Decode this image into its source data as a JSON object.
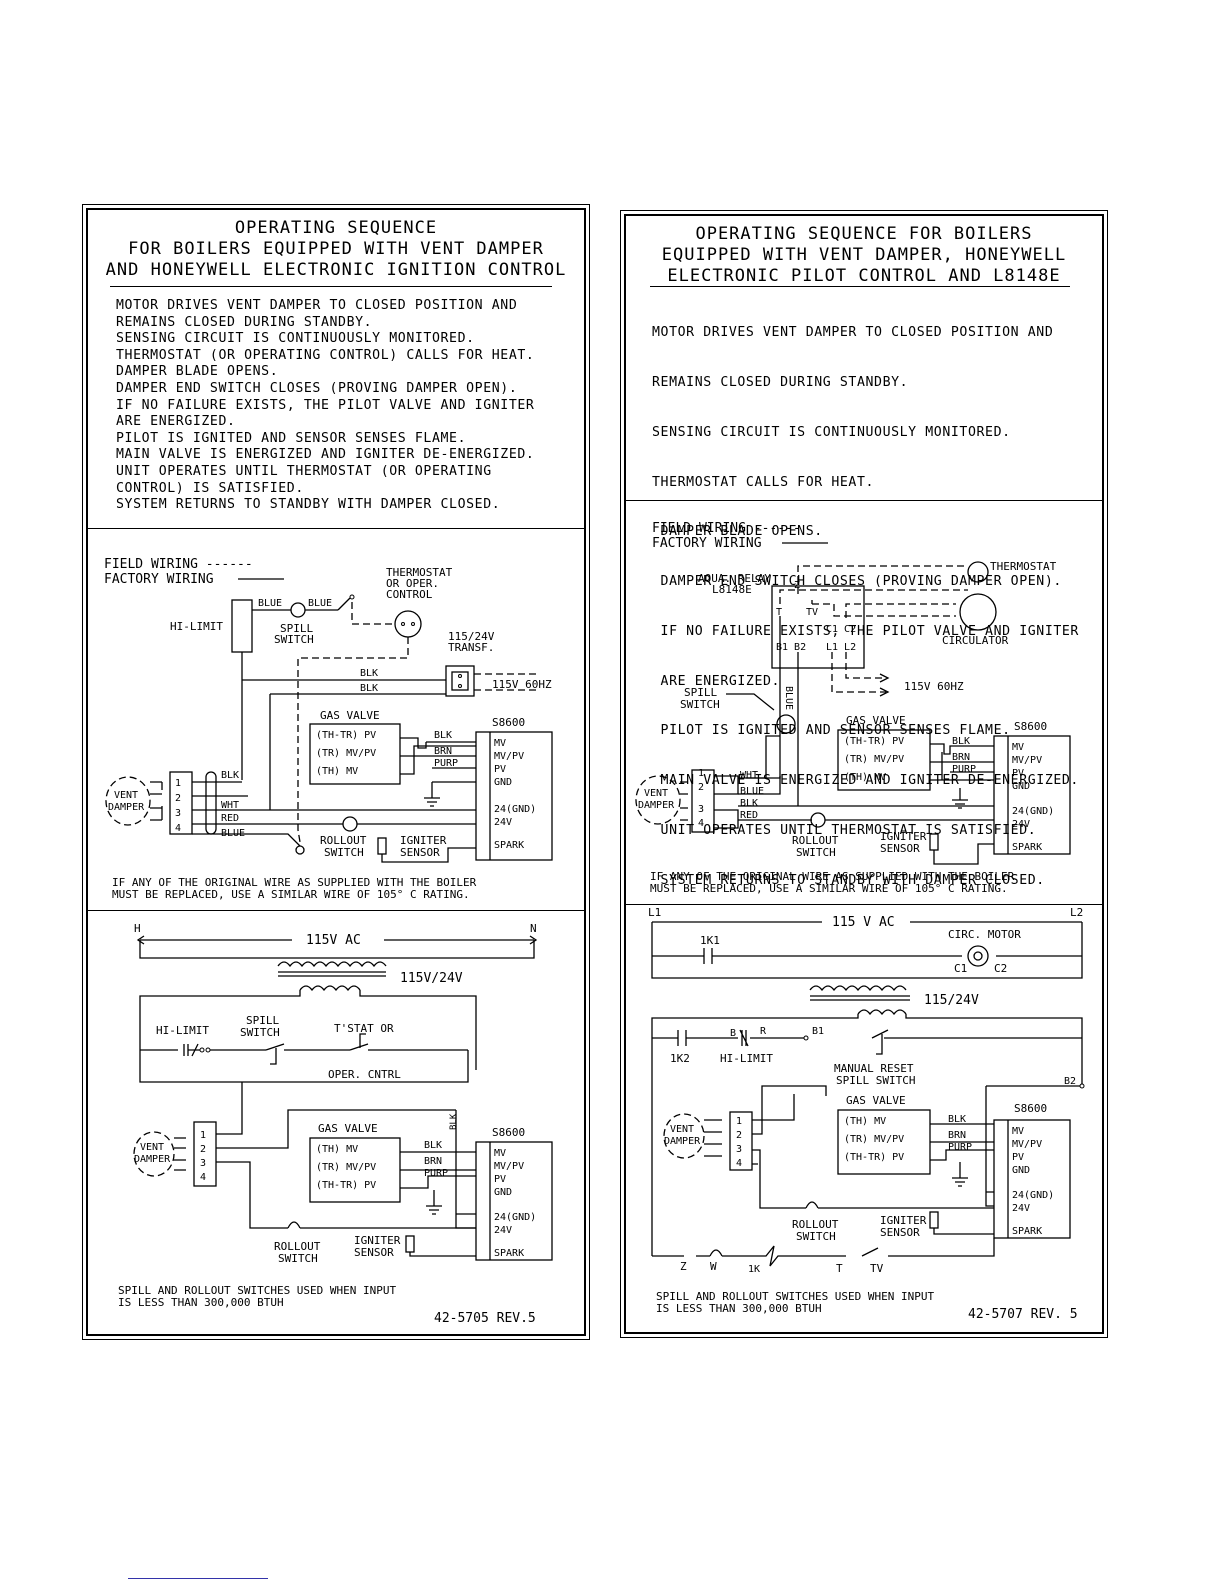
{
  "left": {
    "title": [
      "OPERATING SEQUENCE",
      "FOR BOILERS EQUIPPED WITH VENT DAMPER",
      "AND HONEYWELL ELECTRONIC IGNITION CONTROL"
    ],
    "sequence": [
      "MOTOR DRIVES VENT DAMPER TO CLOSED POSITION AND",
      "REMAINS CLOSED DURING STANDBY.",
      "SENSING CIRCUIT IS CONTINUOUSLY MONITORED.",
      "THERMOSTAT (OR OPERATING CONTROL) CALLS FOR HEAT.",
      "DAMPER BLADE OPENS.",
      "DAMPER END SWITCH CLOSES (PROVING DAMPER OPEN).",
      "IF NO FAILURE EXISTS, THE PILOT VALVE AND IGNITER",
      "ARE ENERGIZED.",
      "PILOT IS IGNITED AND SENSOR SENSES FLAME.",
      "MAIN VALVE IS ENERGIZED AND IGNITER DE-ENERGIZED.",
      "UNIT OPERATES UNTIL THERMOSTAT (OR OPERATING",
      "CONTROL) IS SATISFIED.",
      "SYSTEM RETURNS TO STANDBY WITH DAMPER CLOSED."
    ],
    "wiring": {
      "field_wiring": "FIELD WIRING ------",
      "factory_wiring": "FACTORY WIRING",
      "hi_limit": "HI-LIMIT",
      "spill_switch": [
        "SPILL",
        "SWITCH"
      ],
      "blue": "BLUE",
      "thermostat": [
        "THERMOSTAT",
        "OR OPER.",
        "CONTROL"
      ],
      "transformer": [
        "115/24V",
        "TRANSF."
      ],
      "blk": "BLK",
      "wht": "WHT",
      "red": "RED",
      "brn": "BRN",
      "purp": "PURP",
      "line_voltage": "115V 60HZ",
      "gas_valve": "GAS VALVE",
      "gv_terms": [
        "(TH-TR) PV",
        "(TR) MV/PV",
        "(TH) MV"
      ],
      "control": "S8600",
      "control_terms": [
        "MV",
        "MV/PV",
        "PV",
        "GND",
        "24(GND)",
        "24V",
        "SPARK"
      ],
      "vent_damper": [
        "VENT",
        "DAMPER"
      ],
      "pins": [
        "1",
        "2",
        "3",
        "4"
      ],
      "rollout_switch": [
        "ROLLOUT",
        "SWITCH"
      ],
      "igniter_sensor": [
        "IGNITER",
        "SENSOR"
      ],
      "note": [
        "IF ANY OF THE ORIGINAL WIRE AS SUPPLIED WITH THE BOILER",
        "MUST BE REPLACED, USE A SIMILAR WIRE OF 105° C RATING."
      ]
    },
    "ladder": {
      "h": "H",
      "n": "N",
      "ac": "115V AC",
      "transformer": "115V/24V",
      "hi_limit": "HI-LIMIT",
      "spill_switch": [
        "SPILL",
        "SWITCH"
      ],
      "tstat": "T'STAT OR",
      "oper_cntrl": "OPER. CNTRL",
      "gas_valve": "GAS VALVE",
      "gv_terms": [
        "(TH) MV",
        "(TR) MV/PV",
        "(TH-TR) PV"
      ],
      "control": "S8600",
      "control_terms": [
        "MV",
        "MV/PV",
        "PV",
        "GND",
        "24(GND)",
        "24V",
        "SPARK"
      ],
      "blk": "BLK",
      "brn": "BRN",
      "purp": "PURP",
      "rollout_switch": [
        "ROLLOUT",
        "SWITCH"
      ],
      "igniter_sensor": [
        "IGNITER",
        "SENSOR"
      ],
      "note": [
        "SPILL AND ROLLOUT SWITCHES USED WHEN INPUT",
        "IS LESS THAN 300,000 BTUH"
      ],
      "part_number": "42-5705 REV.5"
    }
  },
  "right": {
    "title": [
      "OPERATING SEQUENCE FOR BOILERS",
      "EQUIPPED WITH VENT DAMPER, HONEYWELL",
      "ELECTRONIC PILOT CONTROL AND L8148E"
    ],
    "sequence": [
      "MOTOR DRIVES VENT DAMPER TO CLOSED POSITION AND",
      "REMAINS CLOSED DURING STANDBY.",
      "SENSING CIRCUIT IS CONTINUOUSLY MONITORED.",
      "THERMOSTAT CALLS FOR HEAT.",
      " DAMPER BLADE OPENS.",
      " DAMPER END SWITCH CLOSES (PROVING DAMPER OPEN).",
      " IF NO FAILURE EXISTS, THE PILOT VALVE AND IGNITER",
      " ARE ENERGIZED.",
      " PILOT IS IGNITED AND SENSOR SENSES FLAME.",
      " MAIN VALVE IS ENERGIZED AND IGNITER DE-ENERGIZED.",
      " UNIT OPERATES UNTIL THERMOSTAT IS SATISFIED.",
      " SYSTEM RETURNS TO STANDBY WITH DAMPER CLOSED."
    ],
    "wiring": {
      "field_wiring": "FIELD WIRING ------",
      "factory_wiring": "FACTORY WIRING",
      "aqua_relay": [
        "AQUA. RELAY",
        "L8148E"
      ],
      "relay_terms": [
        "T",
        "Z",
        "TV",
        "C1 C2",
        "B1 B2",
        "L1 L2"
      ],
      "thermostat": "THERMOSTAT",
      "circulator": "CIRCULATOR",
      "line_voltage": "115V 60HZ",
      "spill_switch": [
        "SPILL",
        "SWITCH"
      ],
      "blue": "BLUE",
      "gas_valve": "GAS VALVE",
      "gv_terms": [
        "(TH-TR) PV",
        "(TR) MV/PV",
        "(TH) MV"
      ],
      "control": "S8600",
      "control_terms": [
        "MV",
        "MV/PV",
        "PV",
        "GND",
        "24(GND)",
        "24V",
        "SPARK"
      ],
      "blk": "BLK",
      "brn": "BRN",
      "purp": "PURP",
      "wht": "WHT",
      "red": "RED",
      "vent_damper": [
        "VENT",
        "DAMPER"
      ],
      "pins": [
        "1",
        "2",
        "3",
        "4"
      ],
      "rollout_switch": [
        "ROLLOUT",
        "SWITCH"
      ],
      "igniter_sensor": [
        "IGNITER",
        "SENSOR"
      ],
      "note": [
        "IF ANY OF THE ORIGINAL WIRE AS SUPPLIED WITH THE BOILER",
        "MUST BE REPLACED, USE A SIMILAR WIRE OF 105° C RATING."
      ]
    },
    "ladder": {
      "l1": "L1",
      "l2": "L2",
      "ac": "115 V AC",
      "k1": "1K1",
      "circ_motor": "CIRC. MOTOR",
      "c1": "C1",
      "c2": "C2",
      "transformer": "115/24V",
      "k2": "1K2",
      "b": "B",
      "r": "R",
      "b1": "B1",
      "b2": "B2",
      "hi_limit": "HI-LIMIT",
      "manual_reset": [
        "MANUAL RESET",
        "SPILL SWITCH"
      ],
      "gas_valve": "GAS VALVE",
      "gv_terms": [
        "(TH) MV",
        "(TR) MV/PV",
        "(TH-TR) PV"
      ],
      "control": "S8600",
      "control_terms": [
        "MV",
        "MV/PV",
        "PV",
        "GND",
        "24(GND)",
        "24V",
        "SPARK"
      ],
      "blk": "BLK",
      "brn": "BRN",
      "purp": "PURP",
      "vent_damper": [
        "VENT",
        "DAMPER"
      ],
      "pins": [
        "1",
        "2",
        "3",
        "4"
      ],
      "rollout_switch": [
        "ROLLOUT",
        "SWITCH"
      ],
      "igniter_sensor": [
        "IGNITER",
        "SENSOR"
      ],
      "z": "Z",
      "w": "W",
      "k": "1K",
      "t": "T",
      "tv": "TV",
      "note": [
        "SPILL AND ROLLOUT SWITCHES USED WHEN INPUT",
        "IS LESS THAN 300,000 BTUH"
      ],
      "part_number": "42-5707 REV. 5"
    }
  }
}
